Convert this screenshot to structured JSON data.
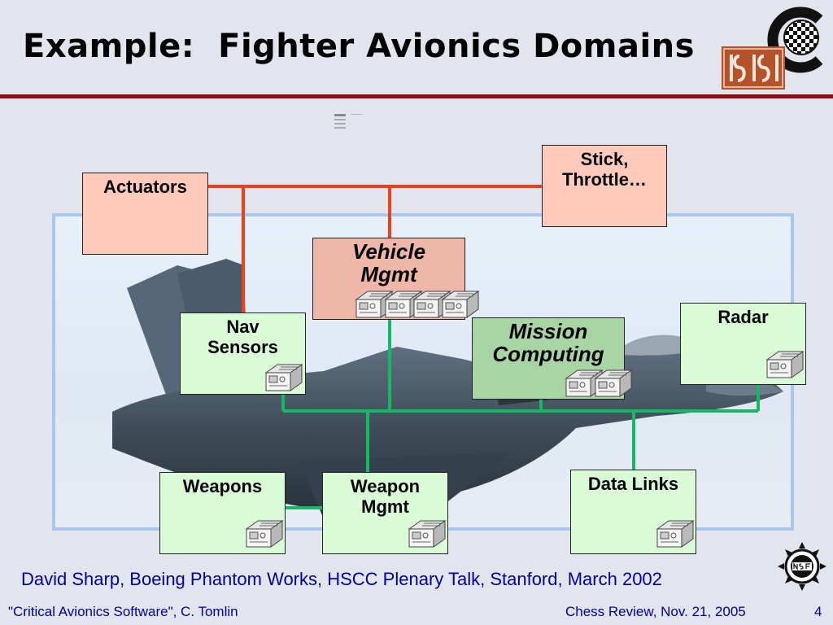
{
  "slide": {
    "title": "Example:  Fighter Avionics Domains",
    "credit": "David Sharp, Boeing Phantom Works, HSCC Plenary Talk, Stanford, March 2002",
    "footer_left": "\"Critical Avionics Software\", C. Tomlin",
    "footer_right": "Chess Review, Nov. 21, 2005",
    "page_number": "4"
  },
  "nodes": {
    "actuators": {
      "line1": "Actuators"
    },
    "stick": {
      "line1": "Stick,",
      "line2": "Throttle…"
    },
    "vehicle_mgmt": {
      "line1": "Vehicle",
      "line2": "Mgmt"
    },
    "nav_sensors": {
      "line1": "Nav",
      "line2": "Sensors"
    },
    "mission_computing": {
      "line1": "Mission",
      "line2": "Computing"
    },
    "radar": {
      "line1": "Radar"
    },
    "weapons": {
      "line1": "Weapons"
    },
    "weapon_mgmt": {
      "line1": "Weapon",
      "line2": "Mgmt"
    },
    "data_links": {
      "line1": "Data Links"
    }
  },
  "colors": {
    "title_rule": "#8a1010",
    "control_bus": "#f0401a",
    "mission_bus": "#17b865",
    "footer_text": "#00009a",
    "photo_border": "#a8c6f0"
  },
  "icons": [
    "processor-unit-icon",
    "chessboard-c-logo",
    "isis-logo",
    "nsf-logo"
  ]
}
